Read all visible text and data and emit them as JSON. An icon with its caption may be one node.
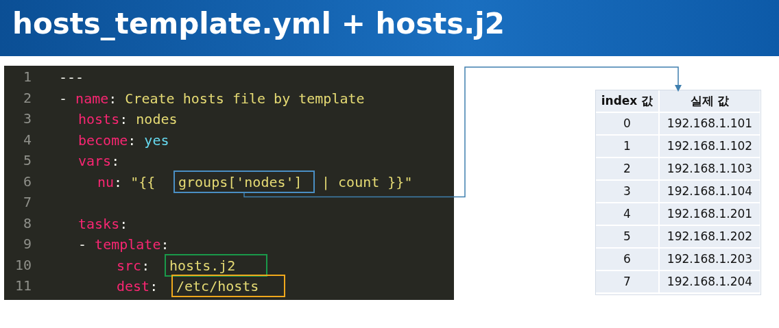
{
  "diagram": {
    "title": "hosts_template.yml + hosts.j2",
    "nodes": [
      {
        "text": [
          "---",
          "- name: Create hosts file by template",
          "hosts: nodes",
          "become: yes",
          "vars:",
          "nu: \"{{",
          "| count }}\"",
          "tasks:",
          "- template:",
          "src:",
          "dest:"
        ]
      },
      {
        "text": [
          "groups['nodes']"
        ],
        "in": 0
      },
      {
        "text": [
          "hosts.j2"
        ],
        "in": 0
      },
      {
        "text": [
          "/etc/hosts"
        ],
        "in": 0
      },
      {
        "text": [],
        "shape": "box"
      }
    ],
    "edges": [
      {
        "from": 1,
        "to": 4,
        "arrow": "to"
      }
    ],
    "labels": [
      "1",
      "2",
      "3",
      "4",
      "5",
      "6",
      "7",
      "8",
      "9",
      "10",
      "11",
      "index 값",
      "실제 값",
      "0",
      "192.168.1.101",
      "1",
      "192.168.1.102",
      "2",
      "192.168.1.103",
      "3",
      "192.168.1.104",
      "4",
      "192.168.1.201",
      "5",
      "192.168.1.202",
      "6",
      "192.168.1.203",
      "7",
      "192.168.1.204"
    ]
  }
}
